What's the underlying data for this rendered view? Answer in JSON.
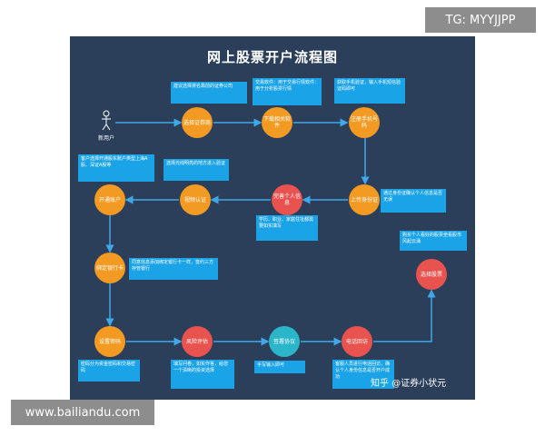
{
  "title": "网上股票开户流程图",
  "user": {
    "label": "新用户",
    "icon": "person-icon"
  },
  "nodes": {
    "choose_broker": "选择证券商",
    "download_app": "下载相关软件",
    "register_phone": "注册手机号码",
    "upload_id": "上传身份证",
    "fill_info": "完善个人信息",
    "video_verify": "视频认证",
    "open_account": "开通账户",
    "bind_bank": "绑定银行卡",
    "set_password": "设置密码",
    "risk_assess": "风险评估",
    "sign_agreement": "签署协议",
    "phone_visit": "电话回访",
    "select_stock": "选择股票"
  },
  "notes": {
    "broker": "建议选择排名靠前的证券公司",
    "software": "交易软件：用于交易行情软件：用于分析股票行情",
    "phone": "获取手机验证，输入手机短信验证码即可",
    "idcard": "通过身份证确认个人信息是否无误",
    "info": "学历、职业、家庭住址都需要如实填写",
    "video": "选择光线明亮的地方进入验证",
    "account": "客户选择开通股东账户类型上海A股、深证A股等",
    "bank": "同意信息添加绑定银行卡一样，签约三方存管银行",
    "password": "密码分为资金密码和交易密码",
    "risk": "填写问卷，如实作答，给您一个清晰的投资选择",
    "agreement": "手写输入即可",
    "visit": "客服人员进行电话回访，确认个人身份信息是否开户成功",
    "buy": "购买个人看好的股票坐看股市风起云涌"
  },
  "tags": {
    "top_right": "TG: MYYJJPP",
    "bottom_left": "www.bailiandu.com"
  },
  "watermark": "知乎 @证券小状元",
  "colors": {
    "panel": "#2b3f5b",
    "orange": "#f39a22",
    "red": "#e8524f",
    "teal": "#2ab5c9",
    "note": "#1aa3e6",
    "arrow": "#3fa8e8"
  }
}
